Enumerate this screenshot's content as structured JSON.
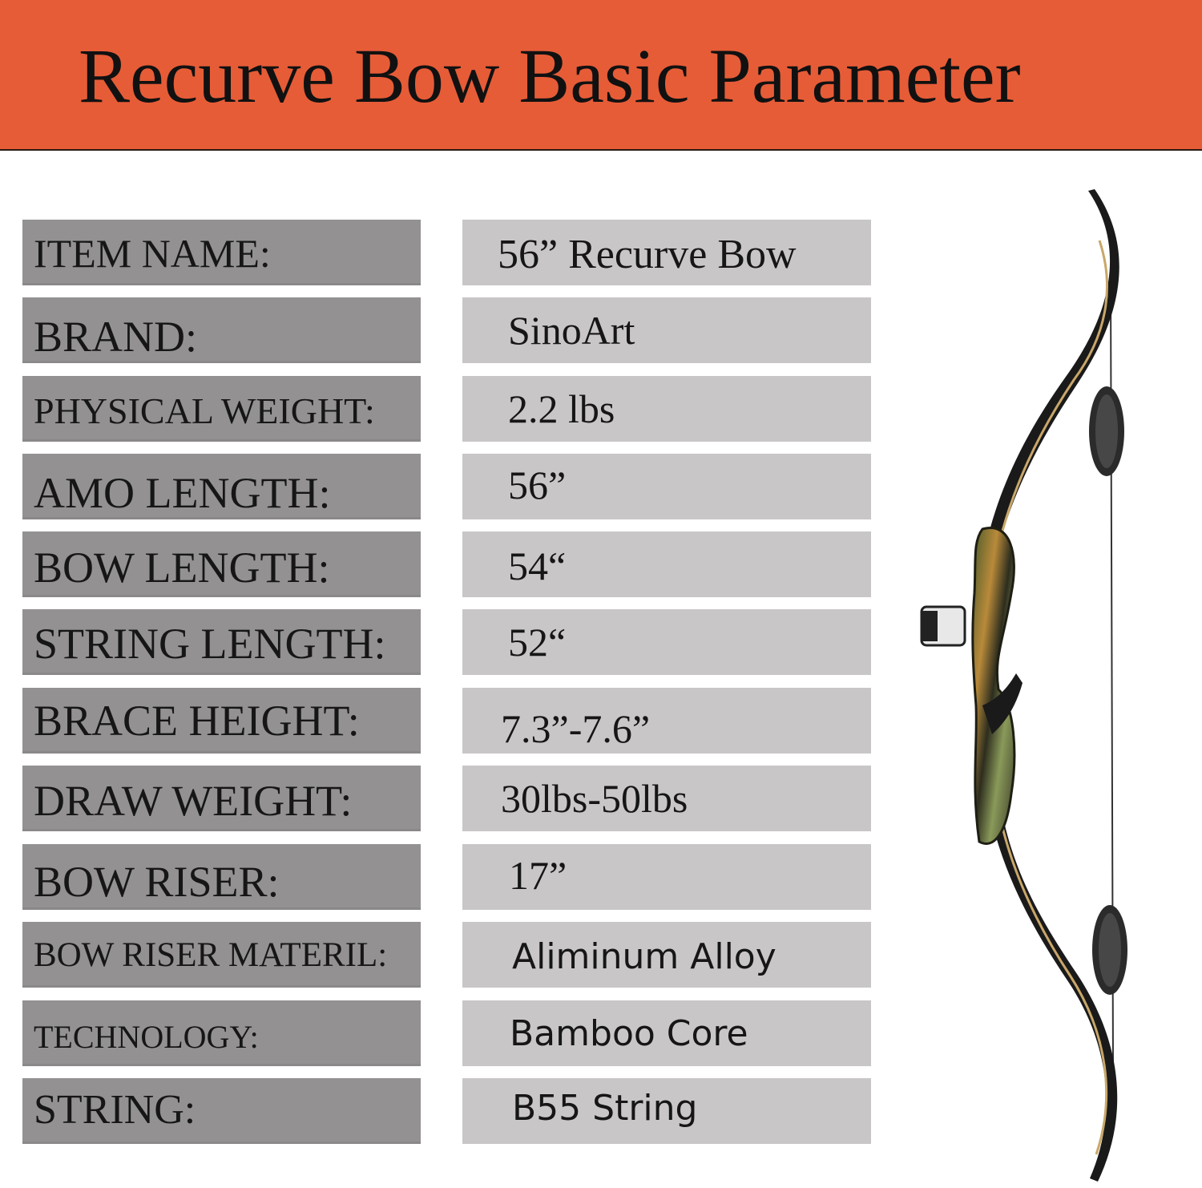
{
  "title": "Recurve Bow Basic Parameter",
  "specs": [
    {
      "label": "ITEM NAME:",
      "value": "56” Recurve Bow"
    },
    {
      "label": "BRAND:",
      "value": "SinoArt"
    },
    {
      "label": "PHYSICAL WEIGHT:",
      "value": "2.2 lbs"
    },
    {
      "label": "AMO LENGTH:",
      "value": "56”"
    },
    {
      "label": "BOW LENGTH:",
      "value": "54“"
    },
    {
      "label": "STRING LENGTH:",
      "value": "52“"
    },
    {
      "label": "BRACE HEIGHT:",
      "value": "7.3”-7.6”"
    },
    {
      "label": "DRAW WEIGHT:",
      "value": "30lbs-50lbs"
    },
    {
      "label": "BOW RISER:",
      "value": "17”"
    },
    {
      "label": "BOW RISER MATERIL:",
      "value": "Aliminum Alloy"
    },
    {
      "label": "TECHNOLOGY:",
      "value": "Bamboo Core"
    },
    {
      "label": "STRING:",
      "value": "B55 String"
    }
  ],
  "colors": {
    "header": "#e65c37",
    "label_bg": "#939192",
    "value_bg": "#c9c6c7",
    "text": "#161616"
  }
}
